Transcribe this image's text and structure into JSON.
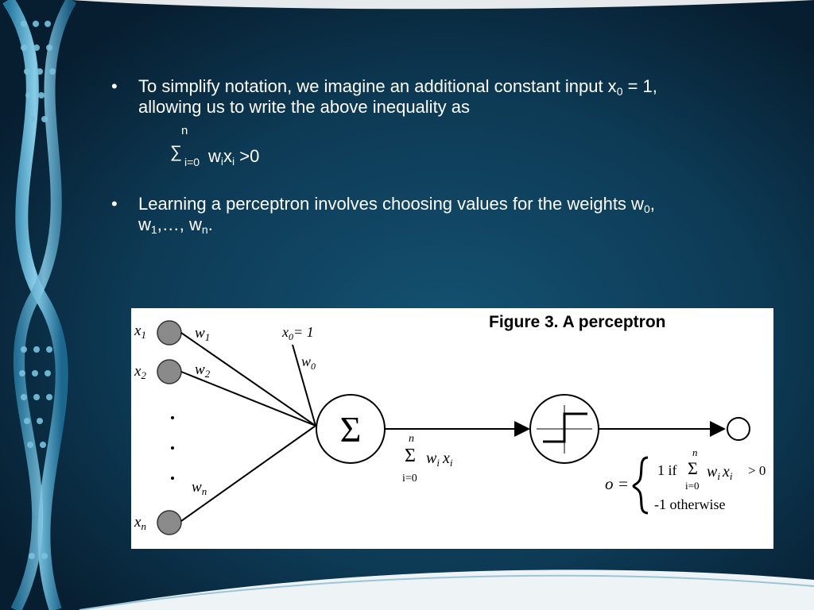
{
  "bullets": [
    {
      "marker": "•",
      "line1": "To simplify notation, we imagine an additional constant input x",
      "line1_sub": "0",
      "line1_end": " = 1,",
      "line2": "allowing us to write the above inequality as"
    },
    {
      "marker": "•",
      "line1": "Learning a perceptron involves choosing values for the weights w",
      "line1_sub": "0",
      "line1_end": ",",
      "line2_a": "w",
      "line2_sub1": "1",
      "line2_mid": ",…, w",
      "line2_sub2": "n",
      "line2_end": "."
    }
  ],
  "inequality": {
    "upper": "n",
    "sigma": "∑",
    "lower": "i=0",
    "w": " w",
    "w_sub": "i",
    "x": "x",
    "x_sub": "i",
    "rel": " >0"
  },
  "figure": {
    "caption": "Figure 3. A perceptron",
    "inputs": [
      {
        "label": "x",
        "sub": "1",
        "weight": "w",
        "weight_sub": "1"
      },
      {
        "label": "x",
        "sub": "2",
        "weight": "w",
        "weight_sub": "2"
      },
      {
        "label": "x",
        "sub": "n",
        "weight": "w",
        "weight_sub": "n"
      }
    ],
    "bias_label": "x",
    "bias_sub": "0",
    "bias_eq": "= 1",
    "bias_weight": "w",
    "bias_weight_sub": "0",
    "sum_symbol": "Σ",
    "sum_expr_upper": "n",
    "sum_expr_lower": "i=0",
    "sum_expr_body": "w",
    "sum_expr_sub": "i",
    "sum_expr_x": "x",
    "sum_expr_x_sub": "i",
    "output_lhs": "o =",
    "case1_value": "1 if",
    "case1_upper": "n",
    "case1_lower": "i=0",
    "case1_expr": "w",
    "case1_sub": "i",
    "case1_x": "x",
    "case1_xsub": "i",
    "case1_rel": "> 0",
    "case2": "-1 otherwise"
  },
  "colors": {
    "background": "#0b2f45",
    "text": "#ffffff",
    "panel": "#ffffff",
    "node_fill": "#8a8a8a"
  }
}
